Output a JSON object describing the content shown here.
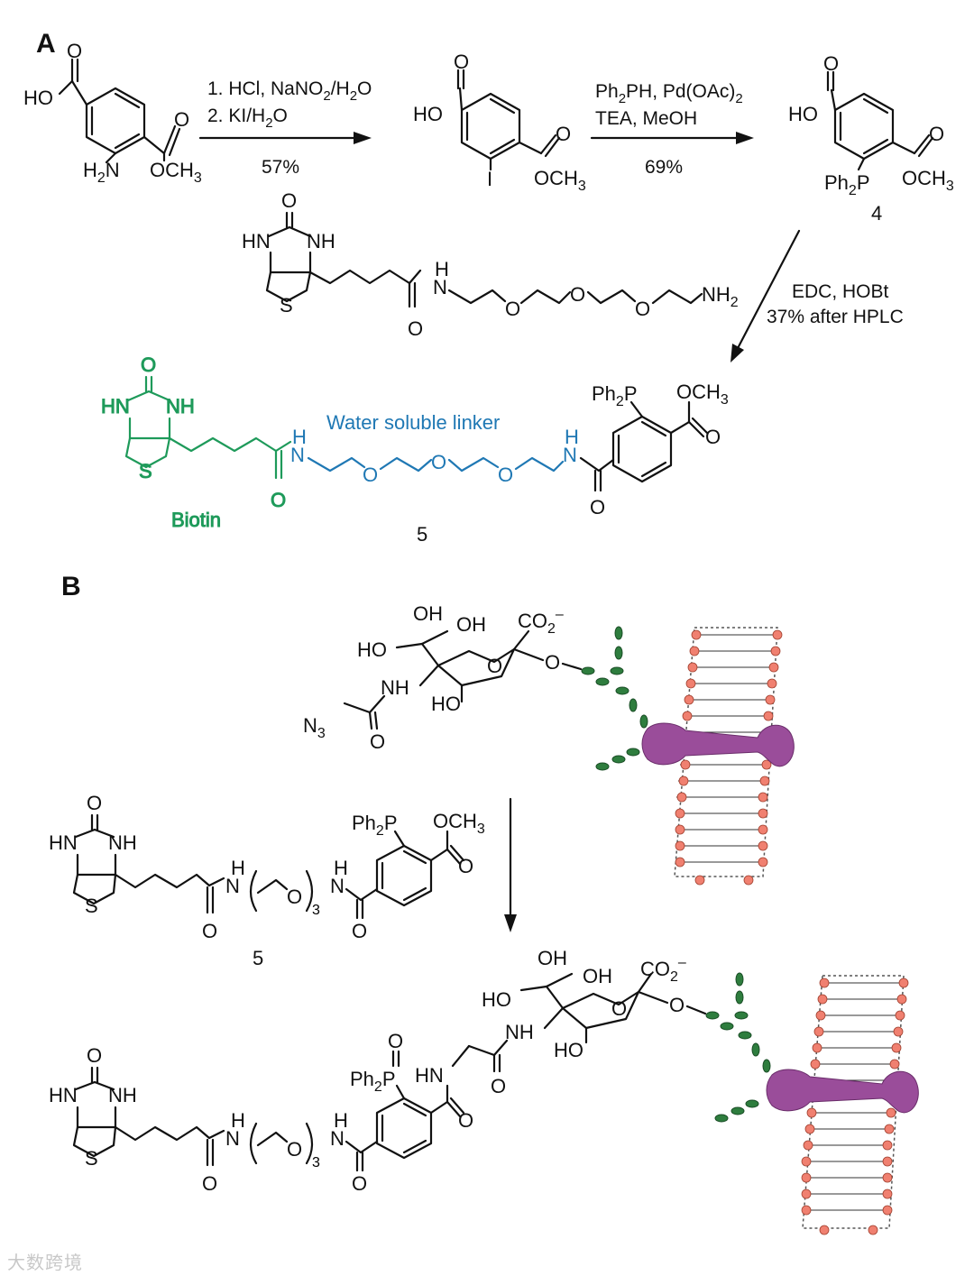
{
  "panels": {
    "a": "A",
    "b": "B"
  },
  "step1": {
    "line1": "1. HCl, NaNO",
    "line1_sub": "2",
    "line1_tail": "/H",
    "line1_sub2": "2",
    "line1_end": "O",
    "line2": "2. KI/H",
    "line2_sub": "2",
    "line2_end": "O",
    "yield": "57%"
  },
  "step2": {
    "line1a": "Ph",
    "line1a_sub": "2",
    "line1b": "PH, Pd(OAc)",
    "line1b_sub": "2",
    "line2": "TEA, MeOH",
    "yield": "69%"
  },
  "step3": {
    "line1": "EDC, HOBt",
    "line2": "37% after HPLC"
  },
  "compounds": {
    "four": "4",
    "five": "5",
    "five_b": "5"
  },
  "atoms": {
    "ho": "HO",
    "h2n_h": "H",
    "h2n_sub": "2",
    "h2n_n": "N",
    "och3": "OCH",
    "och3_sub": "3",
    "o": "O",
    "i": "I",
    "ph": "Ph",
    "ph_sub": "2",
    "p": "P",
    "hn": "HN",
    "nh": "NH",
    "h": "H",
    "n": "N",
    "s": "S",
    "nh2": "NH",
    "nh2_sub": "2",
    "oh": "OH",
    "co2": "CO",
    "co2_sub": "2",
    "co2_sup": "–",
    "n3": "N",
    "n3_sub": "3",
    "o3": "O",
    "sub3": "3"
  },
  "labels": {
    "linker": "Water soluble linker",
    "biotin": "Biotin"
  },
  "colors": {
    "biotin": "#1e9a5a",
    "linker": "#1f78b4",
    "protein": "#9a4d9a",
    "lipid_head": "#f08070",
    "glycan": "#2e7d3e"
  },
  "watermark": "大数跨境"
}
